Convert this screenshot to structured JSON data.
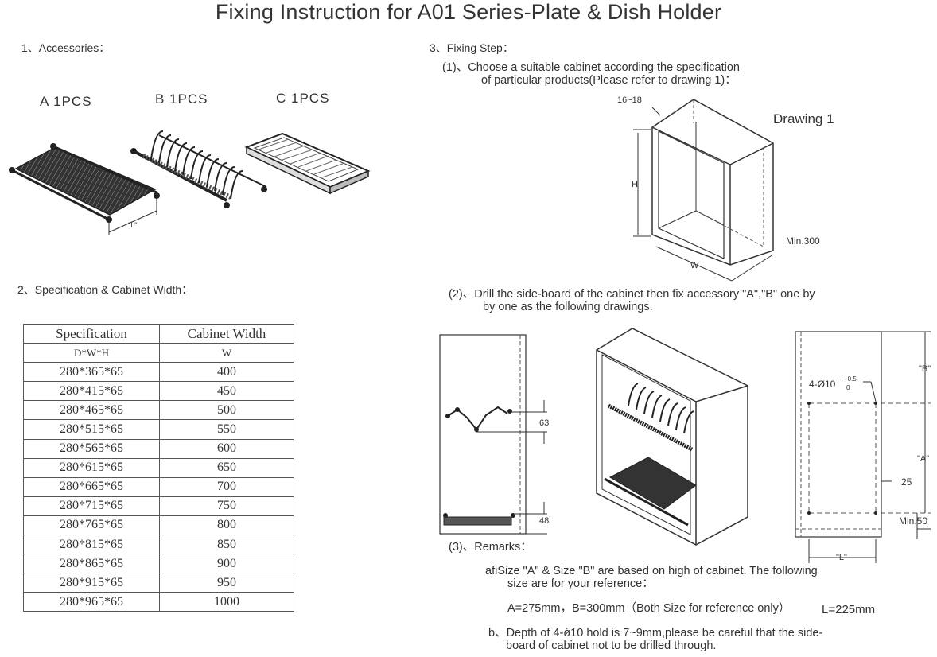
{
  "title": "Fixing Instruction for A01 Series-Plate & Dish Holder",
  "accessories": {
    "heading": "1、Accessories：",
    "items": [
      {
        "label": "A  1PCS"
      },
      {
        "label": "B  1PCS"
      },
      {
        "label": "C  1PCS"
      }
    ],
    "dim_label": "\"L\""
  },
  "spec": {
    "heading": "2、Specification & Cabinet Width：",
    "header": [
      "Specification",
      "Cabinet Width"
    ],
    "subheader": [
      "D*W*H",
      "W"
    ],
    "rows": [
      [
        "280*365*65",
        "400"
      ],
      [
        "280*415*65",
        "450"
      ],
      [
        "280*465*65",
        "500"
      ],
      [
        "280*515*65",
        "550"
      ],
      [
        "280*565*65",
        "600"
      ],
      [
        "280*615*65",
        "650"
      ],
      [
        "280*665*65",
        "700"
      ],
      [
        "280*715*65",
        "750"
      ],
      [
        "280*765*65",
        "800"
      ],
      [
        "280*815*65",
        "850"
      ],
      [
        "280*865*65",
        "900"
      ],
      [
        "280*915*65",
        "950"
      ],
      [
        "280*965*65",
        "1000"
      ]
    ]
  },
  "fixing": {
    "heading": "3、Fixing Step：",
    "step1_line1": "(1)、Choose a suitable cabinet according the specification",
    "step1_line2": "of particular products(Please refer to drawing 1)：",
    "drawing1": {
      "title": "Drawing 1",
      "thickness": "16~18",
      "height": "H",
      "width": "W",
      "depth": "Min.300"
    },
    "step2_line1": "(2)、Drill the side-board of the cabinet then fix accessory \"A\",\"B\" one by",
    "step2_line2": "by one as the following drawings.",
    "side_dims": {
      "top": "63",
      "bottom": "48"
    },
    "front_dims": {
      "hole": "4-Ø10",
      "hole_tol_upper": "+0.5",
      "hole_tol_lower": "0",
      "b": "\"B\"",
      "a": "\"A\"",
      "offset": "25",
      "min_bottom": "Min.50",
      "l": "\"L\""
    },
    "remarks": {
      "heading": "(3)、Remarks：",
      "a_line1": "afiSize \"A\" & Size \"B\" are based on high of cabinet. The following",
      "a_line2": "size are for your reference：",
      "values": "A=275mm，B=300mm（Both Size for reference only）",
      "l_value": "L=225mm",
      "b_line1": "b、Depth of 4-ǿ10 hold is 7~9mm,please be careful that the side-",
      "b_line2": "board of cabinet not to be drilled through."
    }
  }
}
